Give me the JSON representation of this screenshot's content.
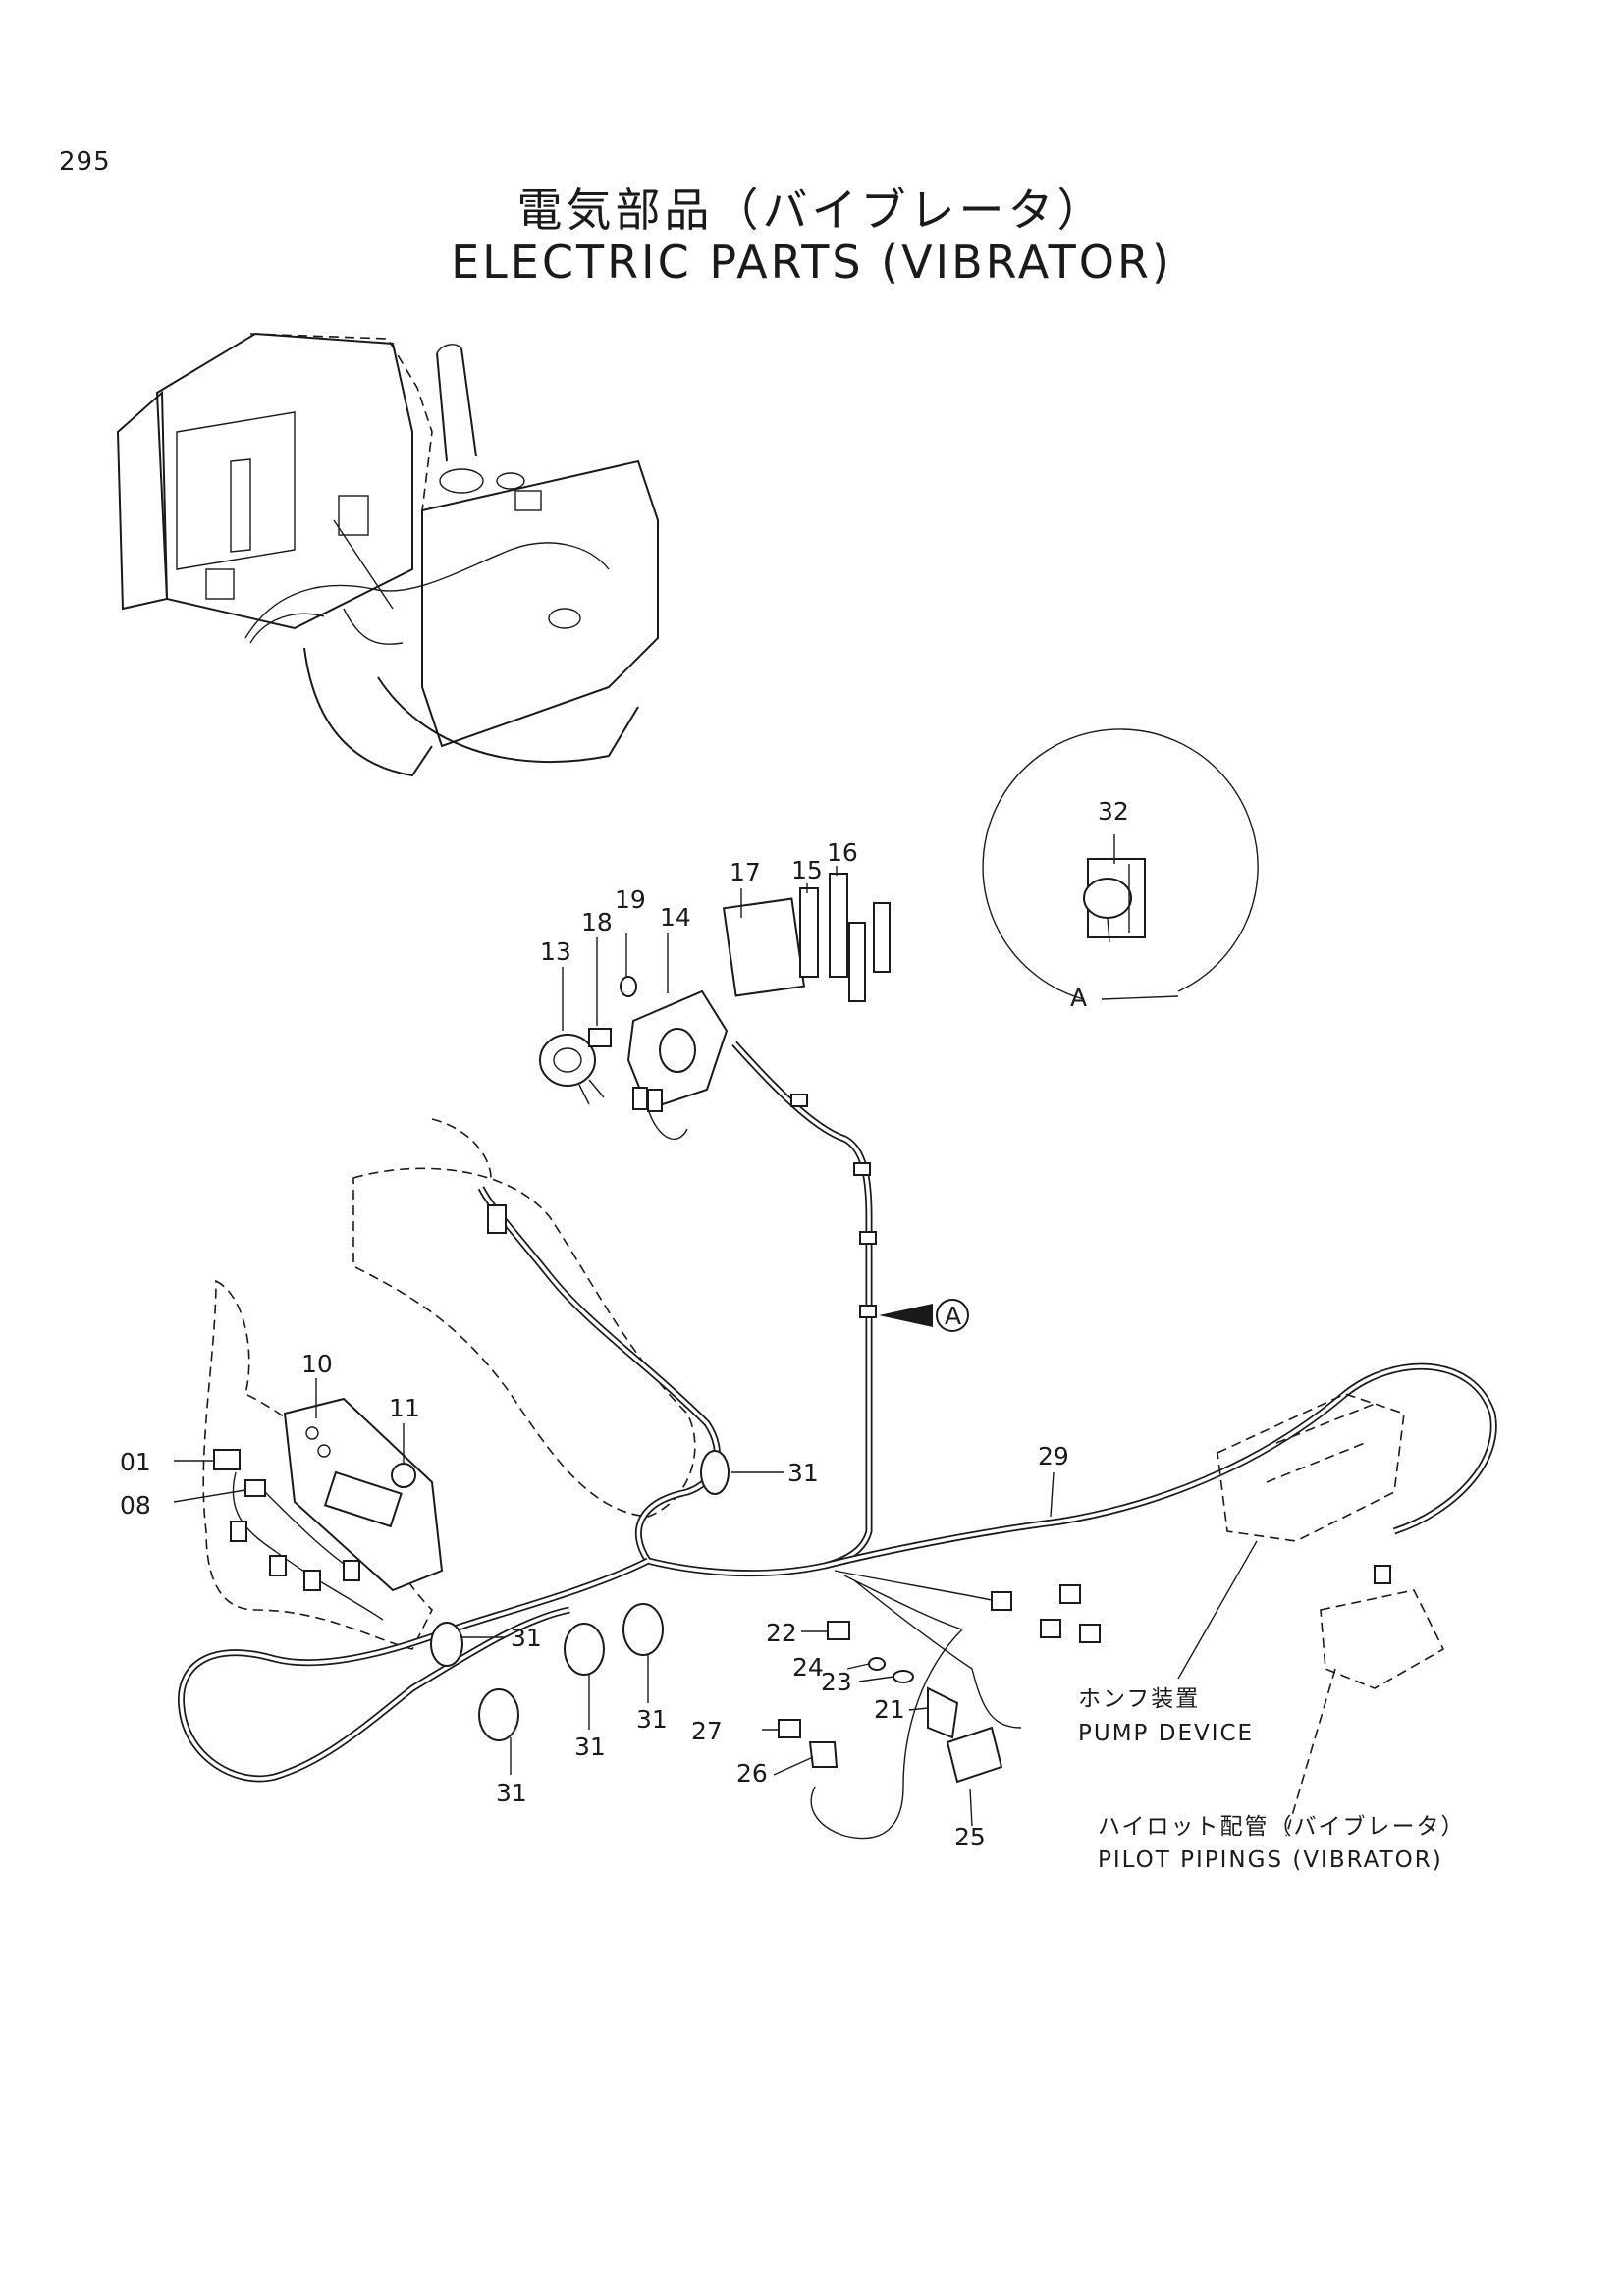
{
  "header": {
    "page_number": "295",
    "title_jp": "電気部品（バイブレータ）",
    "title_en": "ELECTRIC PARTS (VIBRATOR)"
  },
  "callouts": {
    "p01": "01",
    "p08": "08",
    "p10": "10",
    "p11": "11",
    "p13": "13",
    "p14": "14",
    "p15": "15",
    "p16": "16",
    "p17": "17",
    "p18": "18",
    "p19": "19",
    "p21": "21",
    "p22": "22",
    "p23": "23",
    "p24": "24",
    "p25": "25",
    "p26": "26",
    "p27": "27",
    "p29": "29",
    "p31": "31",
    "p32": "32",
    "view_a": "A"
  },
  "notes": {
    "pump_jp": "ホンフ装置",
    "pump_en": "PUMP DEVICE",
    "pilot_jp": "ハイロット配管（バイブレータ）",
    "pilot_en": "PILOT PIPINGS (VIBRATOR)"
  }
}
